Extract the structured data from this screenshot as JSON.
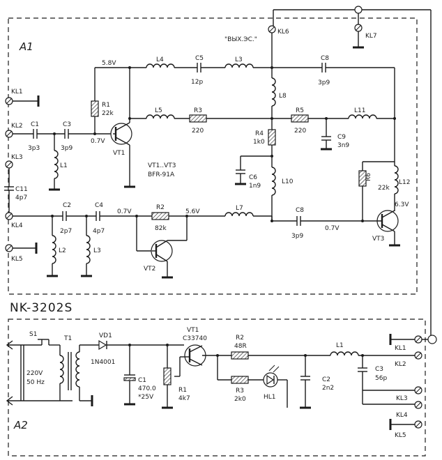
{
  "blocks": {
    "a1": "A1",
    "a2": "A2",
    "model": "NK-3202S",
    "note": "\"ВЫХ.ЭС.\""
  },
  "terminals": {
    "kl1": "KL1",
    "kl2": "KL2",
    "kl3": "KL3",
    "kl4": "KL4",
    "kl5": "KL5",
    "kl6": "KL6",
    "kl7": "KL7"
  },
  "a1_parts": {
    "c1": "C1",
    "c1_val": "3p3",
    "c3": "C3",
    "c3_val": "3p9",
    "l1": "L1",
    "c11": "C11",
    "c11_val": "4p7",
    "c2": "C2",
    "c2_val": "2p7",
    "c4": "C4",
    "c4_val": "4p7",
    "l2": "L2",
    "l3": "L3",
    "r1": "R1",
    "r1_val": "22k",
    "vt1": "VT1",
    "v_58a": "5.8V",
    "v_07a": "0.7V",
    "l4": "L4",
    "c5": "C5",
    "c5_val": "12p",
    "l3b": "L3",
    "l5": "L5",
    "r3": "R3",
    "r3_val": "220",
    "vt_note1": "VT1..VT3",
    "vt_note2": "BFR-91A",
    "r2": "R2",
    "r2_val": "82k",
    "v_07b": "0.7V",
    "v_58b": "5.6V",
    "vt2": "VT2",
    "l7": "L7",
    "c8a": "C8",
    "c8a_val": "3p9",
    "l8": "L8",
    "r5": "R5",
    "r5_val": "220",
    "l11": "L11",
    "r4": "R4",
    "r4_val": "1k0",
    "c9": "C9",
    "c9_val": "3n9",
    "c6": "C6",
    "c6_val": "1n9",
    "l10": "L10",
    "r6": "R6",
    "r6_val": "22k",
    "l12": "L12",
    "v_63": "6.3V",
    "c8b": "C8",
    "c8b_val": "3p9",
    "v_07c": "0.7V",
    "vt3": "VT3"
  },
  "a2_parts": {
    "s1": "S1",
    "t1": "T1",
    "mains1": "220V",
    "mains2": "50 Hz",
    "vd1": "VD1",
    "vd1_val": "1N4001",
    "c1": "C1",
    "c1_v1": "470.0",
    "c1_v2": "*25V",
    "vt1": "VT1",
    "vt1_val": "C33740",
    "r1": "R1",
    "r1_val": "4k7",
    "r2": "R2",
    "r2_val": "48R",
    "r3": "R3",
    "r3_val": "2k0",
    "hl1": "HL1",
    "c2": "C2",
    "c2_val": "2n2",
    "l1": "L1",
    "c3": "C3",
    "c3_val": "56p",
    "kl1": "KL1",
    "kl2": "KL2",
    "kl3": "KL3",
    "kl4": "KL4",
    "kl5": "KL5"
  }
}
